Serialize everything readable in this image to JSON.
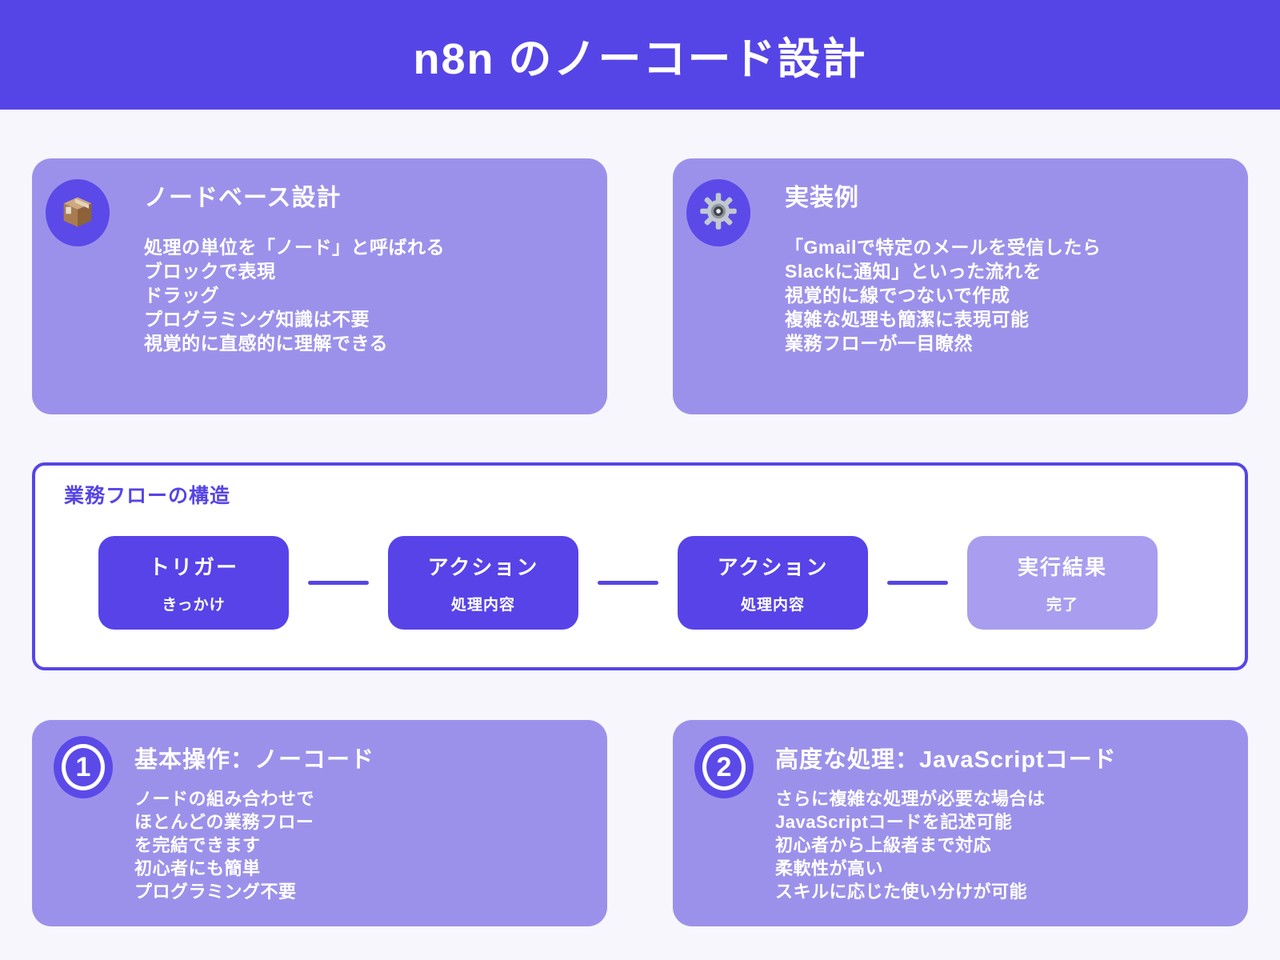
{
  "header": {
    "title": "n8n のノーコード設計"
  },
  "top_cards": [
    {
      "icon": "package-icon",
      "title": "ノードベース設計",
      "lines": [
        "処理の単位を「ノード」と呼ばれる",
        "ブロックで表現",
        "ドラッグ",
        "プログラミング知識は不要",
        "視覚的に直感的に理解できる"
      ]
    },
    {
      "icon": "gear-icon",
      "title": "実装例",
      "lines": [
        "「Gmailで特定のメールを受信したら",
        "Slackに通知」といった流れを",
        "視覚的に線でつないで作成",
        "複雑な処理も簡潔に表現可能",
        "業務フローが一目瞭然"
      ]
    }
  ],
  "flow": {
    "title": "業務フローの構造",
    "steps": [
      {
        "label": "トリガー",
        "sublabel": "きっかけ",
        "variant": "primary"
      },
      {
        "label": "アクション",
        "sublabel": "処理内容",
        "variant": "primary"
      },
      {
        "label": "アクション",
        "sublabel": "処理内容",
        "variant": "primary"
      },
      {
        "label": "実行結果",
        "sublabel": "完了",
        "variant": "light"
      }
    ]
  },
  "bottom_cards": [
    {
      "number": "1",
      "title": "基本操作：ノーコード",
      "lines": [
        "ノードの組み合わせで",
        "ほとんどの業務フロー",
        "を完結できます",
        "初心者にも簡単",
        "プログラミング不要"
      ]
    },
    {
      "number": "2",
      "title": "高度な処理：JavaScriptコード",
      "lines": [
        "さらに複雑な処理が必要な場合は",
        "JavaScriptコードを記述可能",
        "初心者から上級者まで対応",
        "柔軟性が高い",
        "スキルに応じた使い分けが可能"
      ]
    }
  ],
  "colors": {
    "accent": "#5645e6",
    "card_bg": "#9c91ea",
    "flow_box_primary": "#5743e8",
    "flow_box_light": "#a89def",
    "icon_circle": "#5b4ae8",
    "page_bg": "#f7f6fd",
    "text": "#ffffff"
  }
}
